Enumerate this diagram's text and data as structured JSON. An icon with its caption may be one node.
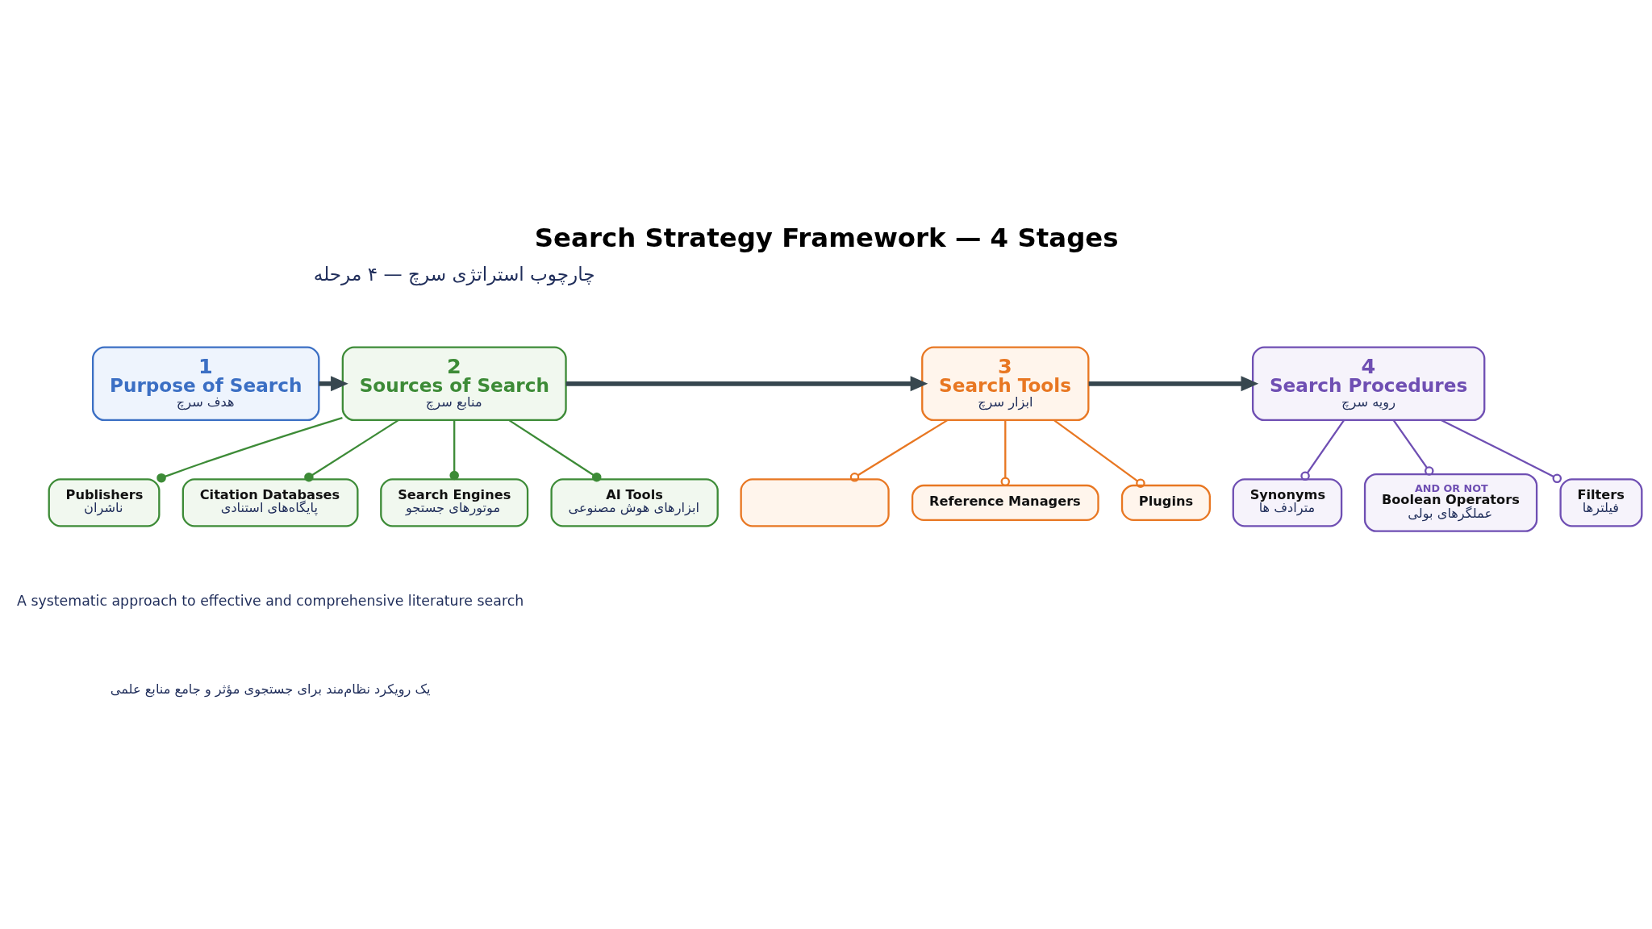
{
  "diagram": {
    "title": "Search Strategy Framework — 4 Stages",
    "caption": "A systematic approach to effective and comprehensive literature search",
    "nodes": [
      {
        "text": [
          "1",
          "Purpose of Search",
          "هدف سرچ"
        ]
      },
      {
        "text": [
          "2",
          "Sources of Search",
          "منابع سرچ"
        ]
      },
      {
        "text": [
          "3",
          "Search Tools",
          "ابزار سرچ"
        ]
      },
      {
        "text": [
          "4",
          "Search Procedures",
          "رویه سرچ"
        ]
      },
      {
        "text": [
          "Publishers",
          "ناشران"
        ]
      },
      {
        "text": [
          "Citation Databases",
          "پایگاه‌های استنادی"
        ]
      },
      {
        "text": [
          "Search Engines",
          "موتورهای جستجو"
        ]
      },
      {
        "text": [
          "AI Tools",
          "ابزارهای هوش مصنوعی"
        ]
      },
      {
        "text": [],
        "shape": "box"
      },
      {
        "text": [
          "Reference Managers"
        ]
      },
      {
        "text": [
          "Plugins"
        ]
      },
      {
        "text": [
          "Synonyms",
          "مترادف ها"
        ]
      },
      {
        "text": [
          "AND OR NOT",
          "Boolean Operators",
          "عملگرهای بولی"
        ]
      },
      {
        "text": [
          "Filters",
          "فیلترها"
        ]
      }
    ],
    "edges": [
      {
        "from": 0,
        "to": 1,
        "arrow": "to",
        "style": "thick",
        "color": "#37474f"
      },
      {
        "from": 1,
        "to": 2,
        "arrow": "to",
        "style": "thick",
        "color": "#37474f"
      },
      {
        "from": 2,
        "to": 3,
        "arrow": "to",
        "style": "thick",
        "color": "#37474f"
      },
      {
        "from": 1,
        "to": 4,
        "arrow": "other",
        "color": "#3d8b37"
      },
      {
        "from": 1,
        "to": 5,
        "arrow": "other",
        "color": "#3d8b37"
      },
      {
        "from": 1,
        "to": 6,
        "arrow": "other",
        "color": "#3d8b37"
      },
      {
        "from": 1,
        "to": 7,
        "arrow": "other",
        "color": "#3d8b37"
      },
      {
        "from": 2,
        "to": 8,
        "arrow": "other",
        "color": "#e87722"
      },
      {
        "from": 2,
        "to": 9,
        "arrow": "other",
        "color": "#e87722"
      },
      {
        "from": 2,
        "to": 10,
        "arrow": "other",
        "color": "#e87722"
      },
      {
        "from": 3,
        "to": 11,
        "arrow": "other",
        "color": "#6f4fb3"
      },
      {
        "from": 3,
        "to": 12,
        "arrow": "other",
        "color": "#6f4fb3"
      },
      {
        "from": 3,
        "to": 13,
        "arrow": "other",
        "color": "#6f4fb3"
      }
    ],
    "labels": [
      "چارچوب استراتژی سرچ — ۴ مرحله",
      "یک رویکرد نظام‌مند برای جستجوی مؤثر و جامع منابع علمی"
    ]
  }
}
